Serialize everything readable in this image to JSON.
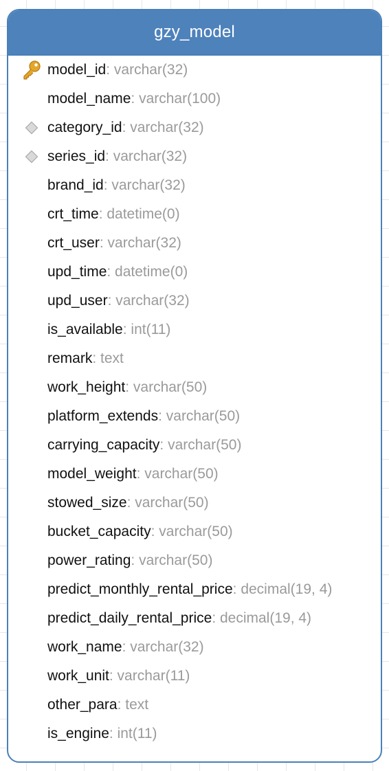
{
  "table": {
    "name": "gzy_model",
    "fields": [
      {
        "name": "model_id",
        "type": ": varchar(32)",
        "icon": "key-icon"
      },
      {
        "name": "model_name",
        "type": ": varchar(100)",
        "icon": ""
      },
      {
        "name": "category_id",
        "type": ": varchar(32)",
        "icon": "diamond-icon"
      },
      {
        "name": "series_id",
        "type": ": varchar(32)",
        "icon": "diamond-icon"
      },
      {
        "name": "brand_id",
        "type": ": varchar(32)",
        "icon": ""
      },
      {
        "name": "crt_time",
        "type": ": datetime(0)",
        "icon": ""
      },
      {
        "name": "crt_user",
        "type": ": varchar(32)",
        "icon": ""
      },
      {
        "name": "upd_time",
        "type": ": datetime(0)",
        "icon": ""
      },
      {
        "name": "upd_user",
        "type": ": varchar(32)",
        "icon": ""
      },
      {
        "name": "is_available",
        "type": ": int(11)",
        "icon": ""
      },
      {
        "name": "remark",
        "type": ": text",
        "icon": ""
      },
      {
        "name": "work_height",
        "type": ": varchar(50)",
        "icon": ""
      },
      {
        "name": "platform_extends",
        "type": ": varchar(50)",
        "icon": ""
      },
      {
        "name": "carrying_capacity",
        "type": ": varchar(50)",
        "icon": ""
      },
      {
        "name": "model_weight",
        "type": ": varchar(50)",
        "icon": ""
      },
      {
        "name": "stowed_size",
        "type": ": varchar(50)",
        "icon": ""
      },
      {
        "name": "bucket_capacity",
        "type": ": varchar(50)",
        "icon": ""
      },
      {
        "name": "power_rating",
        "type": ": varchar(50)",
        "icon": ""
      },
      {
        "name": "predict_monthly_rental_price",
        "type": ": decimal(19, 4)",
        "icon": ""
      },
      {
        "name": "predict_daily_rental_price",
        "type": ": decimal(19, 4)",
        "icon": ""
      },
      {
        "name": "work_name",
        "type": ": varchar(32)",
        "icon": ""
      },
      {
        "name": "work_unit",
        "type": ": varchar(11)",
        "icon": ""
      },
      {
        "name": "other_para",
        "type": ": text",
        "icon": ""
      },
      {
        "name": "is_engine",
        "type": ": int(11)",
        "icon": ""
      }
    ]
  },
  "colors": {
    "header_bg": "#4e82bb",
    "border": "#4a80b8",
    "field_name": "#111111",
    "field_type": "#9a9a9a",
    "key_icon": "#e0a020",
    "diamond_icon": "#c8c8c8"
  }
}
